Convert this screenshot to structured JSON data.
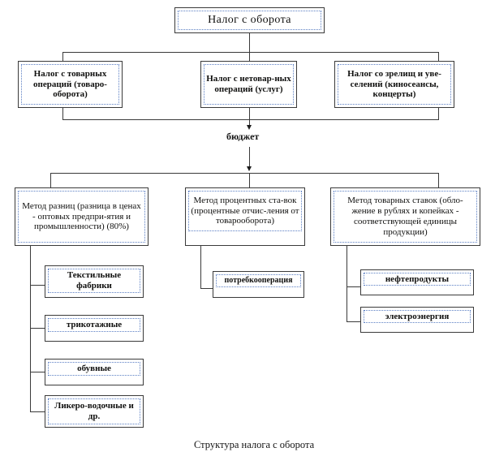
{
  "diagram": {
    "caption": "Структура налога с оборота",
    "budget_label": "бюджет",
    "root": {
      "label": "Налог  с  оборота"
    },
    "level2": [
      {
        "label": "Налог с товарных операций (товаро-оборота)"
      },
      {
        "label": "Налог с нетовар-ных операций (услуг)"
      },
      {
        "label": "Налог со зрелищ и уве-селений (киносеансы, концерты)"
      }
    ],
    "level3": [
      {
        "label": "Метод разниц (разница в ценах - оптовых предпри-ятия и промышленности) (80%)"
      },
      {
        "label": "Метод процентных ста-вок (процентные отчис-ления от товарооборота)"
      },
      {
        "label": "Метод товарных ставок (обло-жение в рублях и копейках - соответствующей единицы продукции)"
      }
    ],
    "leaves_left": [
      {
        "label": "Текстильные фабрики"
      },
      {
        "label": "трикотажные"
      },
      {
        "label": "обувные"
      },
      {
        "label": "Ликеро-водочные и др."
      }
    ],
    "leaves_middle": [
      {
        "label": "потребкооперация"
      }
    ],
    "leaves_right": [
      {
        "label": "нефтепродукты"
      },
      {
        "label": "электроэнергия"
      }
    ]
  },
  "colors": {
    "box_border": "#3a3a3a",
    "inner_border": "#5b7fc4",
    "line": "#3a3a3a",
    "text": "#10100f",
    "background": "#ffffff"
  }
}
